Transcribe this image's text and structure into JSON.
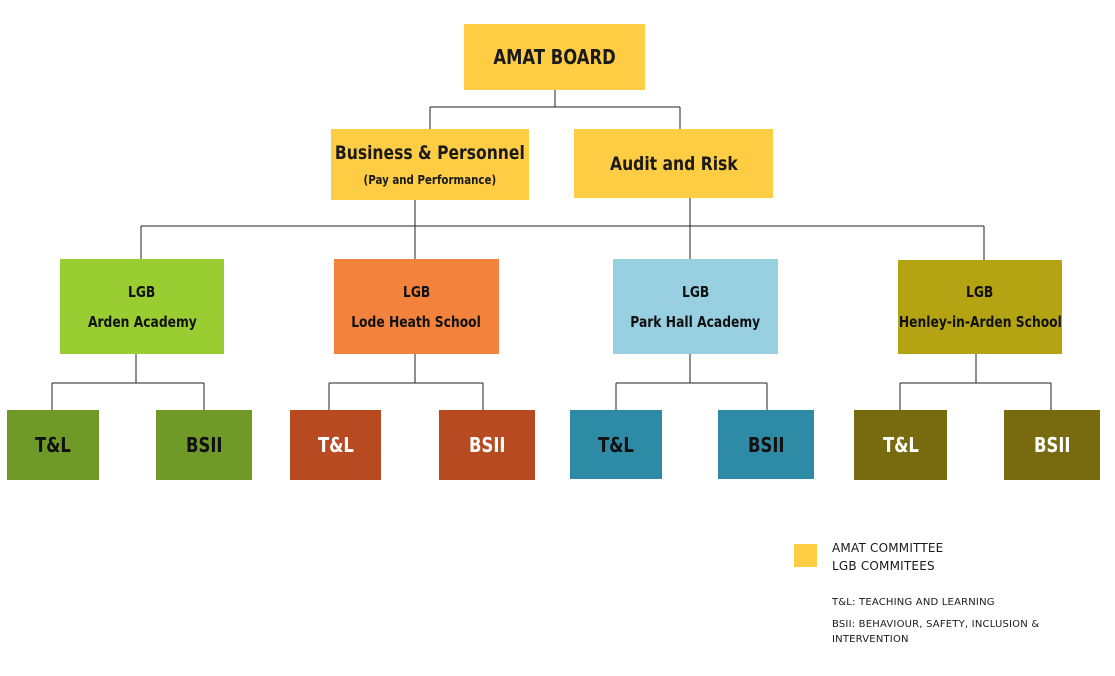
{
  "board": {
    "label": "AMAT BOARD"
  },
  "committees": {
    "business": {
      "title": "Business & Personnel",
      "subtitle": "(Pay and Performance)"
    },
    "audit": {
      "title": "Audit and Risk"
    }
  },
  "lgbs": [
    {
      "header": "LGB",
      "name": "Arden Academy",
      "sub": [
        "T&L",
        "BSII"
      ]
    },
    {
      "header": "LGB",
      "name": "Lode Heath School",
      "sub": [
        "T&L",
        "BSII"
      ]
    },
    {
      "header": "LGB",
      "name": "Park Hall Academy",
      "sub": [
        "T&L",
        "BSII"
      ]
    },
    {
      "header": "LGB",
      "name": "Henley-in-Arden School",
      "sub": [
        "T&L",
        "BSII"
      ]
    }
  ],
  "legend": {
    "line1": "AMAT COMMITTEE",
    "line2": "LGB COMMITEES",
    "tl_def": "T&L: TEACHING AND LEARNING",
    "bsii_def": "BSII: BEHAVIOUR, SAFETY, INCLUSION & INTERVENTION"
  },
  "colors": {
    "committee": "#fecd44",
    "arden": "#9acd32",
    "arden_sub": "#6f9a27",
    "lode": "#f3833c",
    "lode_sub": "#b84a21",
    "park": "#98d0e2",
    "park_sub": "#2e8ba6",
    "henley": "#b4a414",
    "henley_sub": "#776a0f",
    "connector": "#222222"
  }
}
